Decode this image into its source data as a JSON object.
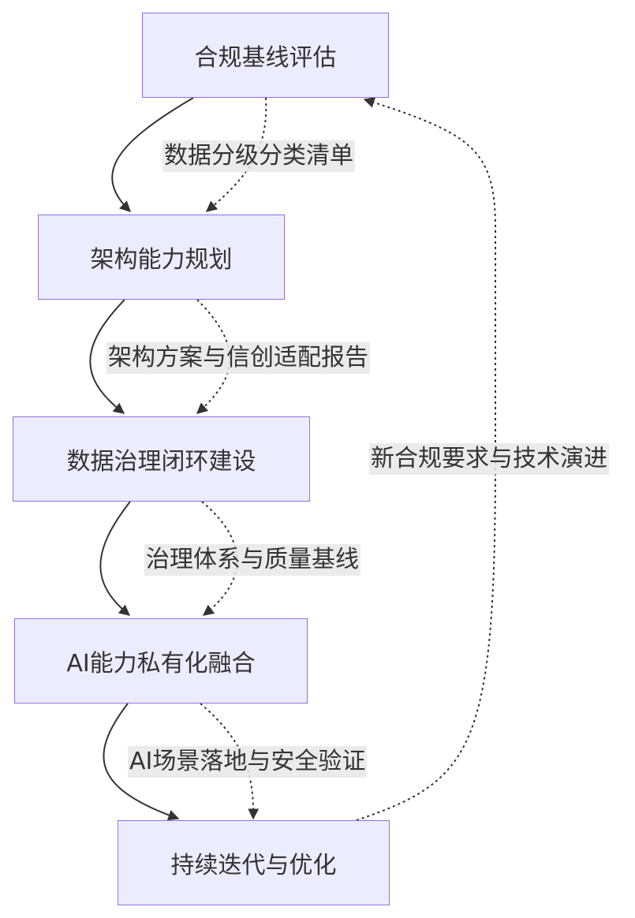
{
  "nodes": {
    "n1": "合规基线评估",
    "n2": "架构能力规划",
    "n3": "数据治理闭环建设",
    "n4": "AI能力私有化融合",
    "n5": "持续迭代与优化"
  },
  "edge_labels": {
    "e1": "数据分级分类清单",
    "e2": "架构方案与信创适配报告",
    "e3": "治理体系与质量基线",
    "e4": "AI场景落地与安全验证",
    "e5": "新合规要求与技术演进"
  },
  "colors": {
    "node_fill": "#ececff",
    "node_stroke": "#9370db",
    "edge": "#333333",
    "label_bg": "#e8e8e8"
  }
}
